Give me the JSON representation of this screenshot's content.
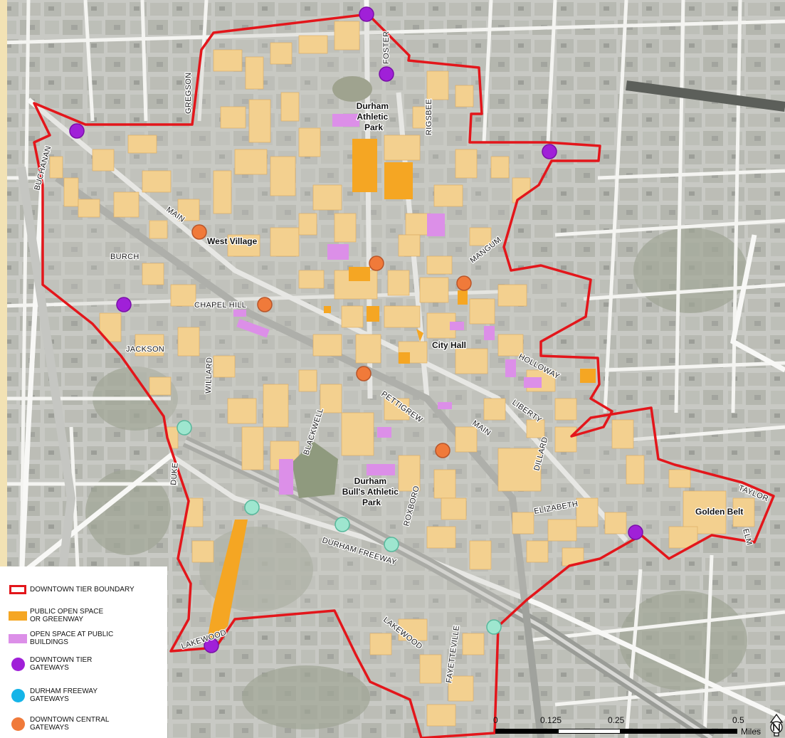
{
  "streets": {
    "foster": "FOSTER",
    "gregson": "GREGSON",
    "rigsbee": "RIGSBEE",
    "buchanan": "BUCHANAN",
    "main_west": "MAIN",
    "burch": "BURCH",
    "chapel_hill": "CHAPEL HILL",
    "mangum": "MANGUM",
    "jackson": "JACKSON",
    "willard": "WILLARD",
    "holloway": "HOLLOWAY",
    "liberty": "LIBERTY",
    "main_east": "MAIN",
    "pettigrew": "PETTIGREW",
    "blackwell": "BLACKWELL",
    "dillard": "DILLARD",
    "duke": "DUKE",
    "roxboro": "ROXBORO",
    "elizabeth": "ELIZABETH",
    "taylor": "TAYLOR",
    "elm": "ELM",
    "durham_freeway": "DURHAM FREEWAY",
    "lakewood_south": "LAKEWOOD",
    "lakewood_west": "LAKEWOOD",
    "fayetteville": "FAYETTEVILLE"
  },
  "places": {
    "durham_athletic_park": [
      "Durham",
      "Athletic",
      "Park"
    ],
    "west_village": "West Village",
    "city_hall": "City Hall",
    "bulls_park": [
      "Durham",
      "Bull's Athletic",
      "Park"
    ],
    "golden_belt": "Golden Belt"
  },
  "legend": {
    "boundary": "DOWNTOWN TIER BOUNDARY",
    "open_space": [
      "PUBLIC OPEN SPACE",
      "OR GREENWAY"
    ],
    "public_buildings": [
      "OPEN SPACE AT PUBLIC",
      "BUILDINGS"
    ],
    "tier_gateways": [
      "DOWNTOWN TIER",
      "GATEWAYS"
    ],
    "freeway_gateways": [
      "DURHAM FREEWAY",
      "GATEWAYS"
    ],
    "central_gateways": [
      "DOWNTOWN CENTRAL",
      "GATEWAYS"
    ]
  },
  "scale": {
    "ticks": [
      "0",
      "0.125",
      "0.25",
      "0.5"
    ],
    "unit": "Miles"
  },
  "colors": {
    "boundary": "#e3161b",
    "open_space": "#f5a623",
    "public_buildings": "#dc8fe8",
    "tier_gateway": "#a020d8",
    "freeway_gateway": "#9ee6cf",
    "central_gateway": "#f07a3a",
    "building": "#f3d08f",
    "outside": "#f2e2b4"
  },
  "north_icon": "north-arrow-icon",
  "gateways": {
    "tier": [
      [
        515,
        20
      ],
      [
        543,
        104
      ],
      [
        108,
        184
      ],
      [
        772,
        213
      ],
      [
        174,
        428
      ],
      [
        893,
        748
      ],
      [
        297,
        907
      ]
    ],
    "freeway": [
      [
        259,
        601
      ],
      [
        354,
        713
      ],
      [
        481,
        737
      ],
      [
        550,
        765
      ],
      [
        694,
        881
      ]
    ],
    "central": [
      [
        280,
        326
      ],
      [
        529,
        370
      ],
      [
        652,
        398
      ],
      [
        372,
        428
      ],
      [
        511,
        525
      ],
      [
        622,
        633
      ]
    ]
  }
}
